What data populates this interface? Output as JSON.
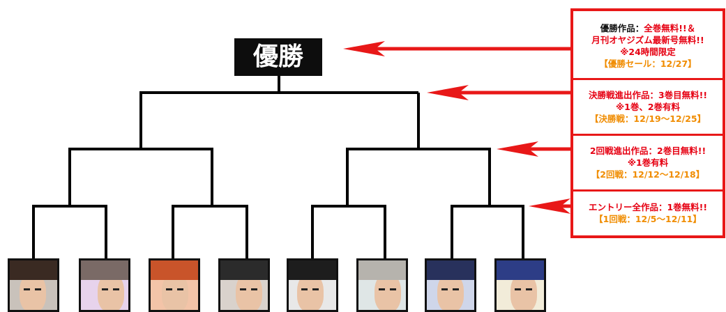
{
  "champion_label": "優勝",
  "sections": [
    {
      "lines": [
        [
          {
            "text": "優勝作品：",
            "color": "black"
          },
          {
            "text": "全巻無料!!＆",
            "color": "red"
          }
        ],
        [
          {
            "text": "月刊オヤジズム最新号無料!!",
            "color": "red"
          }
        ],
        [
          {
            "text": "※24時間限定",
            "color": "red"
          }
        ],
        [
          {
            "text": "【優勝セール：12/27】",
            "color": "orange"
          }
        ]
      ]
    },
    {
      "lines": [
        [
          {
            "text": "決勝戦進出作品：3巻目無料!!",
            "color": "red"
          }
        ],
        [
          {
            "text": "※1巻、2巻有料",
            "color": "red"
          }
        ],
        [
          {
            "text": "【決勝戦：12/19～12/25】",
            "color": "orange"
          }
        ]
      ]
    },
    {
      "lines": [
        [
          {
            "text": "2回戦進出作品：2巻目無料!!",
            "color": "red"
          }
        ],
        [
          {
            "text": "※1巻有料",
            "color": "red"
          }
        ],
        [
          {
            "text": "【2回戦：12/12～12/18】",
            "color": "orange"
          }
        ]
      ]
    },
    {
      "lines": [
        [
          {
            "text": "エントリー全作品：1巻無料!!",
            "color": "red"
          }
        ],
        [
          {
            "text": "【1回戦：12/5～12/11】",
            "color": "orange"
          }
        ]
      ]
    }
  ],
  "entries": [
    {
      "name": "entry-1-portrait",
      "hair": "#3a2a22",
      "bg": "#c9c2bb"
    },
    {
      "name": "entry-2-portrait",
      "hair": "#7a6a66",
      "bg": "#e7d3ec"
    },
    {
      "name": "entry-3-portrait",
      "hair": "#c9542a",
      "bg": "#f3c4a8"
    },
    {
      "name": "entry-4-portrait",
      "hair": "#2b2b2b",
      "bg": "#d9d2cc"
    },
    {
      "name": "entry-5-portrait",
      "hair": "#1d1d1d",
      "bg": "#e8e8e8"
    },
    {
      "name": "entry-6-portrait",
      "hair": "#b6b3ad",
      "bg": "#dfe6e6"
    },
    {
      "name": "entry-7-portrait",
      "hair": "#28315c",
      "bg": "#cfd6ea"
    },
    {
      "name": "entry-8-portrait",
      "hair": "#2d3d86",
      "bg": "#f2ecd9"
    }
  ],
  "colors": {
    "red": "#e60012",
    "black": "#111111",
    "orange": "#f08c00",
    "arrow": "#e81818",
    "bracket": "#000000"
  }
}
